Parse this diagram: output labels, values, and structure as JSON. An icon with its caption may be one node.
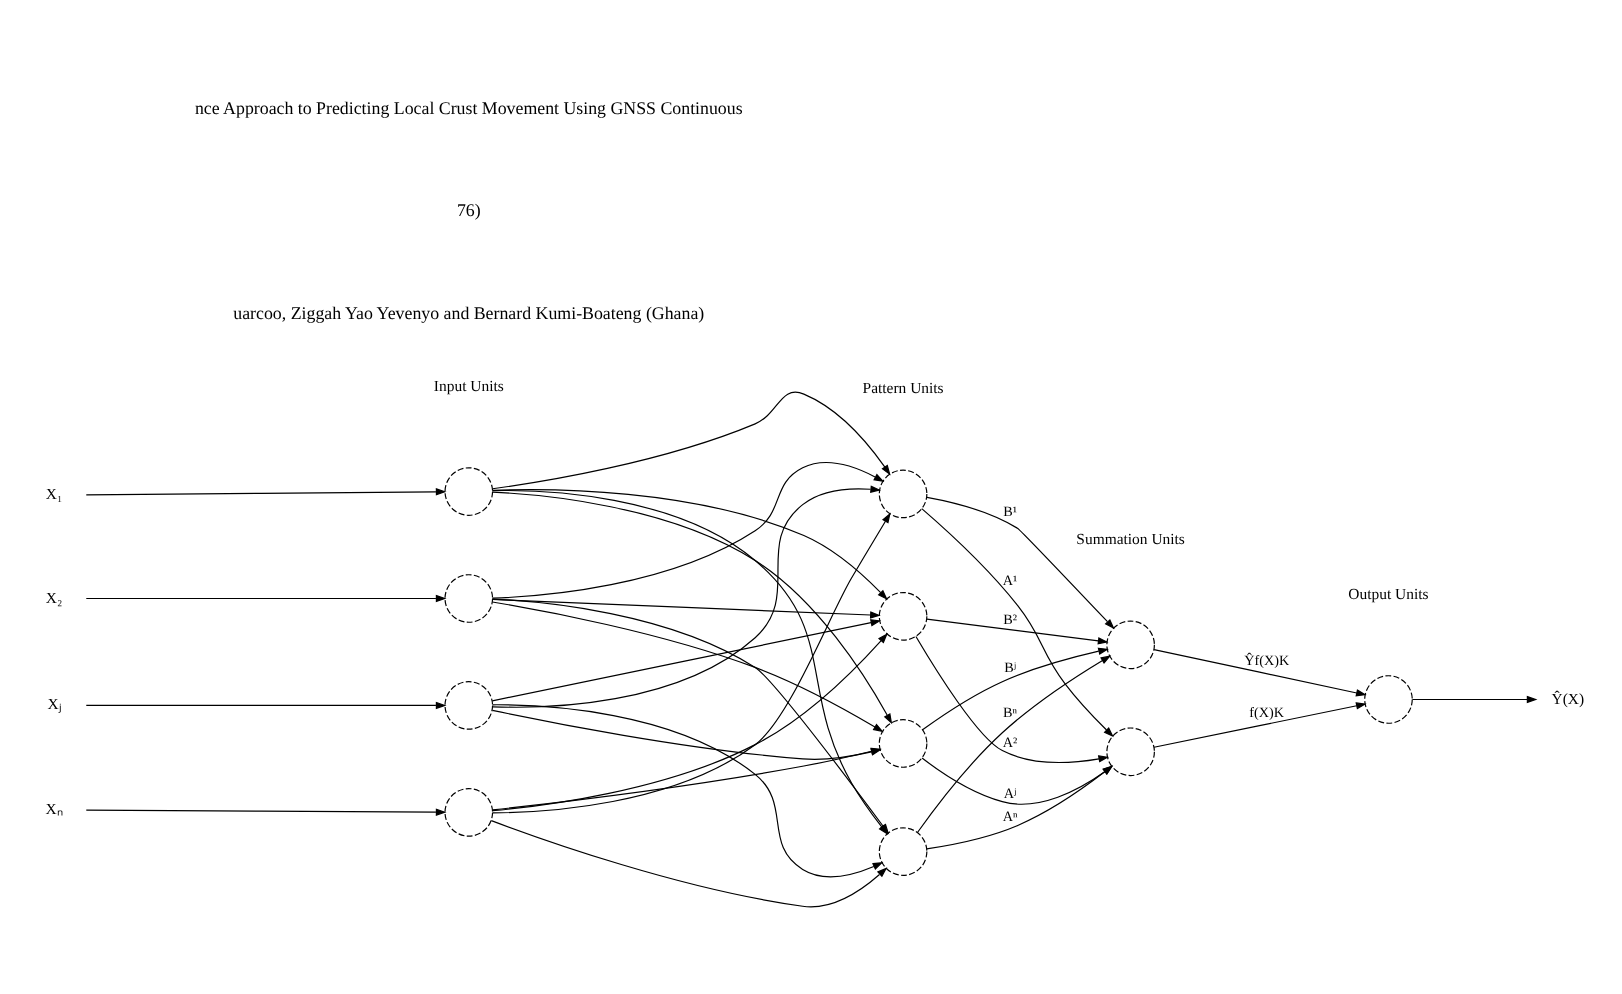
{
  "diagram": {
    "nodes": [
      {
        "text": [
          "X₁"
        ]
      },
      {
        "text": [
          "X₂"
        ]
      },
      {
        "text": [
          "Xⱼ"
        ]
      },
      {
        "text": [
          "Xₙ"
        ]
      },
      {
        "text": [],
        "shape": "circle"
      },
      {
        "text": [],
        "shape": "circle"
      },
      {
        "text": [],
        "shape": "circle"
      },
      {
        "text": [],
        "shape": "circle"
      },
      {
        "text": [],
        "shape": "circle"
      },
      {
        "text": [],
        "shape": "circle"
      },
      {
        "text": [],
        "shape": "circle"
      },
      {
        "text": [],
        "shape": "circle"
      },
      {
        "text": [],
        "shape": "circle"
      },
      {
        "text": [],
        "shape": "circle"
      },
      {
        "text": [],
        "shape": "circle"
      },
      {
        "text": [
          "Ŷ(X)"
        ]
      }
    ],
    "edges": [
      {
        "from": 0,
        "to": 4,
        "arrow": "to"
      },
      {
        "from": 1,
        "to": 5,
        "arrow": "to"
      },
      {
        "from": 2,
        "to": 6,
        "arrow": "to"
      },
      {
        "from": 3,
        "to": 7,
        "arrow": "to"
      },
      {
        "from": 4,
        "to": 8,
        "arrow": "to"
      },
      {
        "from": 4,
        "to": 9,
        "arrow": "to"
      },
      {
        "from": 4,
        "to": 10,
        "arrow": "to"
      },
      {
        "from": 4,
        "to": 11,
        "arrow": "to"
      },
      {
        "from": 5,
        "to": 8,
        "arrow": "to"
      },
      {
        "from": 5,
        "to": 9,
        "arrow": "to"
      },
      {
        "from": 5,
        "to": 10,
        "arrow": "to"
      },
      {
        "from": 5,
        "to": 11,
        "arrow": "to"
      },
      {
        "from": 6,
        "to": 8,
        "arrow": "to"
      },
      {
        "from": 6,
        "to": 9,
        "arrow": "to"
      },
      {
        "from": 6,
        "to": 10,
        "arrow": "to"
      },
      {
        "from": 6,
        "to": 11,
        "arrow": "to"
      },
      {
        "from": 7,
        "to": 8,
        "arrow": "to"
      },
      {
        "from": 7,
        "to": 9,
        "arrow": "to"
      },
      {
        "from": 7,
        "to": 10,
        "arrow": "to"
      },
      {
        "from": 7,
        "to": 11,
        "arrow": "to"
      },
      {
        "from": 8,
        "to": 12,
        "arrow": "to",
        "label": "B¹"
      },
      {
        "from": 9,
        "to": 12,
        "arrow": "to",
        "label": "B²"
      },
      {
        "from": 10,
        "to": 12,
        "arrow": "to",
        "label": "Bʲ"
      },
      {
        "from": 11,
        "to": 12,
        "arrow": "to",
        "label": "Bⁿ"
      },
      {
        "from": 8,
        "to": 13,
        "arrow": "to",
        "label": "A¹"
      },
      {
        "from": 9,
        "to": 13,
        "arrow": "to",
        "label": "A²"
      },
      {
        "from": 10,
        "to": 13,
        "arrow": "to",
        "label": "Aʲ"
      },
      {
        "from": 11,
        "to": 13,
        "arrow": "to",
        "label": "Aⁿ"
      },
      {
        "from": 12,
        "to": 14,
        "arrow": "to",
        "label": "Ŷf(X)K"
      },
      {
        "from": 13,
        "to": 14,
        "arrow": "to",
        "label": "f(X)K"
      },
      {
        "from": 14,
        "to": 15,
        "arrow": "to"
      }
    ],
    "labels": [
      "Input Units",
      "Pattern Units",
      "Summation Units",
      "Output Units",
      "nce Approach to Predicting Local Crust Movement Using GNSS Continuous",
      "76)",
      "uarcoo, Ziggah Yao Yevenyo and Bernard Kumi-Boateng (Ghana)"
    ]
  }
}
